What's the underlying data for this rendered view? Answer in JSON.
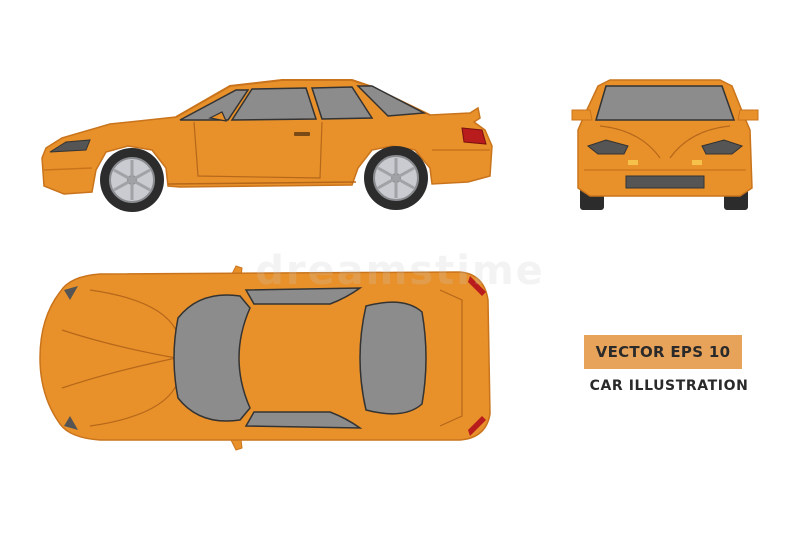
{
  "badge": {
    "label": "VECTOR EPS 10"
  },
  "subtitle": "CAR ILLUSTRATION",
  "watermark": "dreamstime",
  "colors": {
    "body": "#e8902a",
    "body_dark": "#c9741c",
    "glass": "#8c8c8c",
    "glass_dark": "#555555",
    "tire": "#2c2c2c",
    "rim": "#c9cbd0",
    "badge_bg": "#e8a35a",
    "tail_light": "#b81c1c"
  },
  "views": [
    "side-view",
    "front-view",
    "top-view"
  ]
}
